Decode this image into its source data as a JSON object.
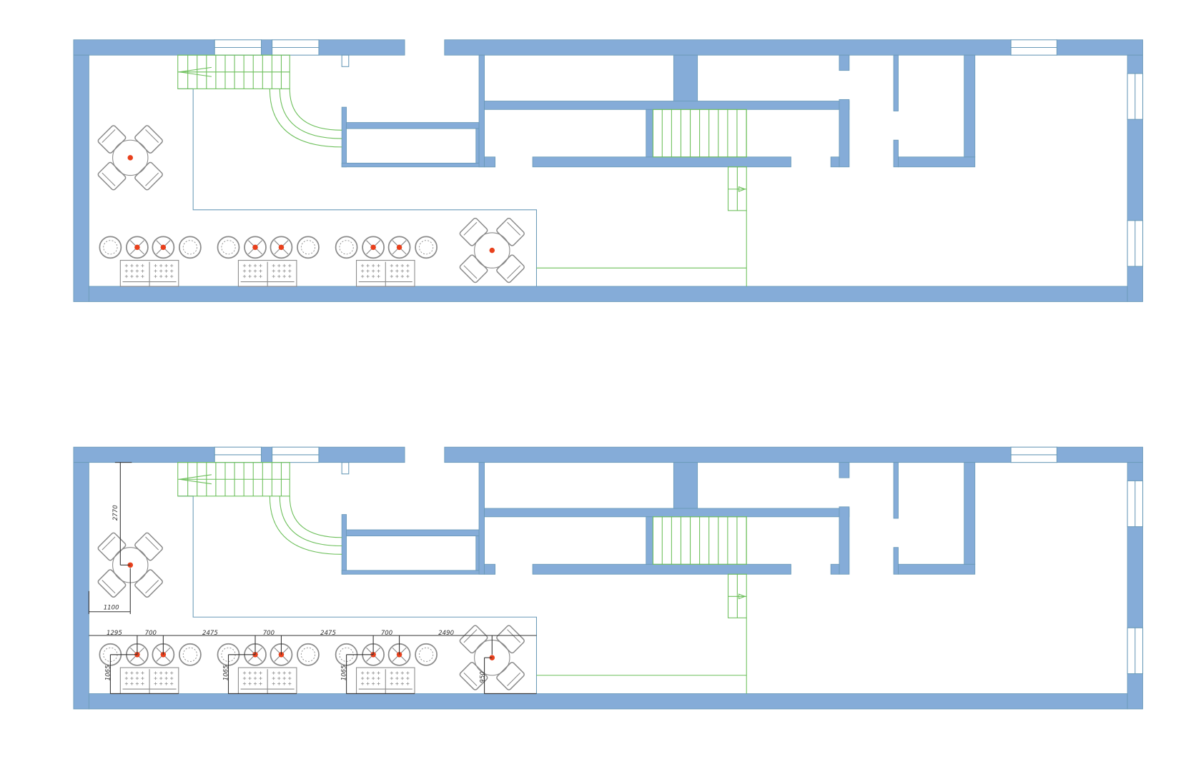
{
  "colors": {
    "wall": "#85acd8",
    "wall_stroke": "#6a9ab8",
    "stair": "#6cbf5a",
    "furniture": "#8a8a8a",
    "marker": "#e8401c",
    "dimension": "#333333"
  },
  "plans": [
    {
      "name": "floor-plan-furniture"
    },
    {
      "name": "floor-plan-dimensioned"
    }
  ],
  "dimensions": {
    "table_from_top_wall": "2770",
    "table_from_left_wall": "1100",
    "row": [
      "1295",
      "700",
      "2475",
      "700",
      "2475",
      "700",
      "2490"
    ],
    "stool_height": [
      "1065",
      "1065",
      "1065"
    ],
    "right_table_height": "950"
  }
}
